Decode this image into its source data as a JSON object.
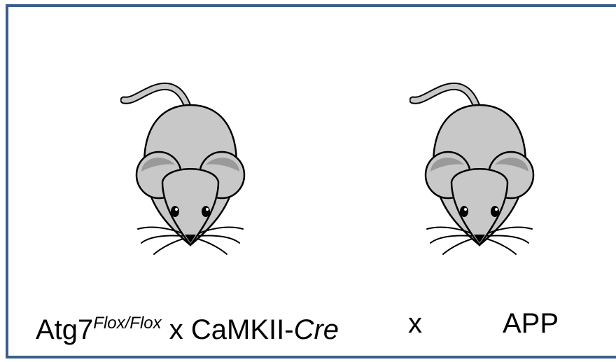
{
  "labels": {
    "left_gene": "Atg7",
    "left_superscript": "Flox/Flox",
    "left_cross": " x CaMKII-",
    "left_italic": "Cre",
    "middle_cross": "x",
    "right_strain": "APP"
  },
  "colors": {
    "border": "#3b5f8c",
    "mouse_body": "#c8c8c8",
    "mouse_ear_inner": "#9a9a9a",
    "outline": "#000000"
  },
  "icons": [
    "mouse-icon",
    "mouse-icon"
  ]
}
